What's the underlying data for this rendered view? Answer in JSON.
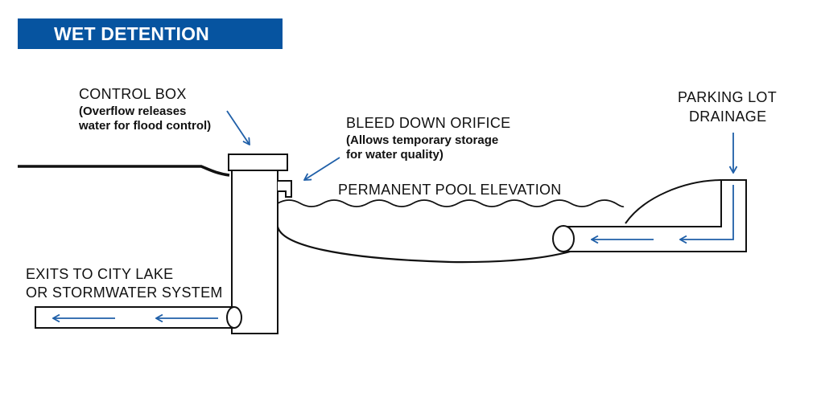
{
  "title": "WET DETENTION",
  "colors": {
    "banner": "#0654a0",
    "arrow": "#1f5fa8",
    "line": "#111111"
  },
  "labels": {
    "control_box": {
      "title": "CONTROL BOX",
      "desc_line1": "(Overflow releases",
      "desc_line2": "water for flood control)"
    },
    "bleed_down_orifice": {
      "title": "BLEED DOWN ORIFICE",
      "desc_line1": "(Allows temporary storage",
      "desc_line2": "for water quality)"
    },
    "permanent_pool": {
      "title": "PERMANENT POOL ELEVATION"
    },
    "parking_lot_drainage": {
      "line1": "PARKING LOT",
      "line2": "DRAINAGE"
    },
    "exit": {
      "line1": "EXITS TO CITY LAKE",
      "line2": "OR STORMWATER SYSTEM"
    }
  },
  "flow_arrows": [
    {
      "name": "control-box-pointer",
      "direction": "down-right"
    },
    {
      "name": "orifice-pointer",
      "direction": "down-left"
    },
    {
      "name": "drainage-inflow",
      "direction": "down"
    },
    {
      "name": "inflow-pipe-vertical",
      "direction": "down"
    },
    {
      "name": "inflow-pipe-horizontal-1",
      "direction": "left"
    },
    {
      "name": "inflow-pipe-horizontal-2",
      "direction": "left"
    },
    {
      "name": "outflow-pipe-1",
      "direction": "left"
    },
    {
      "name": "outflow-pipe-2",
      "direction": "left"
    }
  ]
}
